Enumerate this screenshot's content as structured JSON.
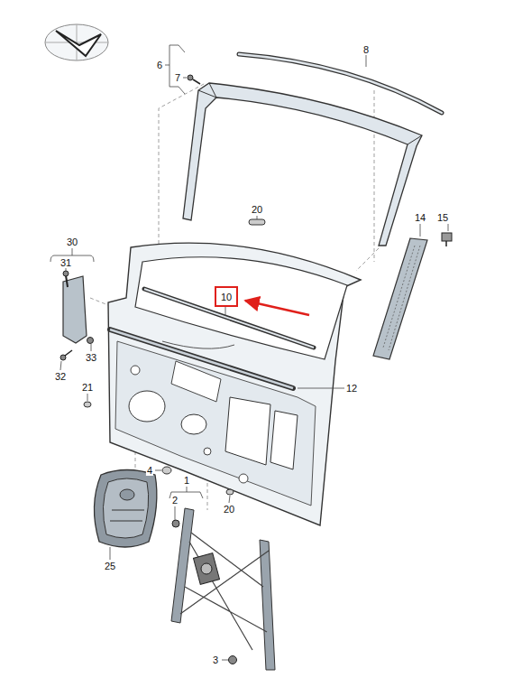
{
  "diagram": {
    "nodes": [
      {
        "text": [
          "10"
        ]
      }
    ],
    "labels": [
      "8",
      "6",
      "7",
      "20",
      "14",
      "15",
      "30",
      "31",
      "12",
      "32",
      "33",
      "21",
      "4",
      "20",
      "1",
      "2",
      "25",
      "3"
    ]
  }
}
